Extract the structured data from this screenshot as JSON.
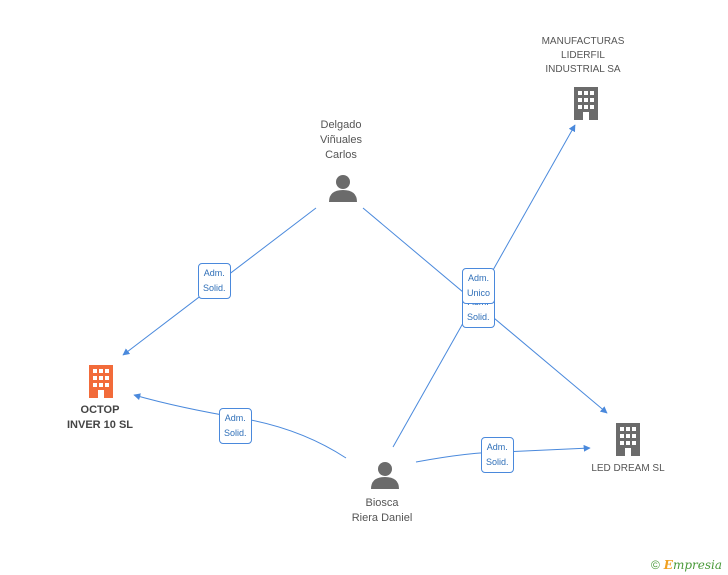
{
  "nodes": {
    "delgado": {
      "label": "Delgado\nViñuales\nCarlos"
    },
    "biosca": {
      "label": "Biosca\nRiera Daniel"
    },
    "manufacturas": {
      "label": "MANUFACTURAS\nLIDERFIL\nINDUSTRIAL SA"
    },
    "octop": {
      "label": "OCTOP\nINVER 10 SL"
    },
    "led": {
      "label": "LED DREAM SL"
    }
  },
  "edges": {
    "delgado_octop": "Adm.\nSolid.",
    "biosca_octop": "Adm.\nSolid.",
    "biosca_manufacturas": "Adm.\nUnico",
    "delgado_led": "Adm.\nSolid.",
    "biosca_led": "Adm.\nSolid."
  },
  "footer": {
    "copyright": "©",
    "brand_initial": "E",
    "brand_rest": "mpresia"
  },
  "colors": {
    "edge": "#4a89dc",
    "company": "#6b6b6b",
    "focus_company": "#f26b3a",
    "person": "#6b6b6b"
  }
}
